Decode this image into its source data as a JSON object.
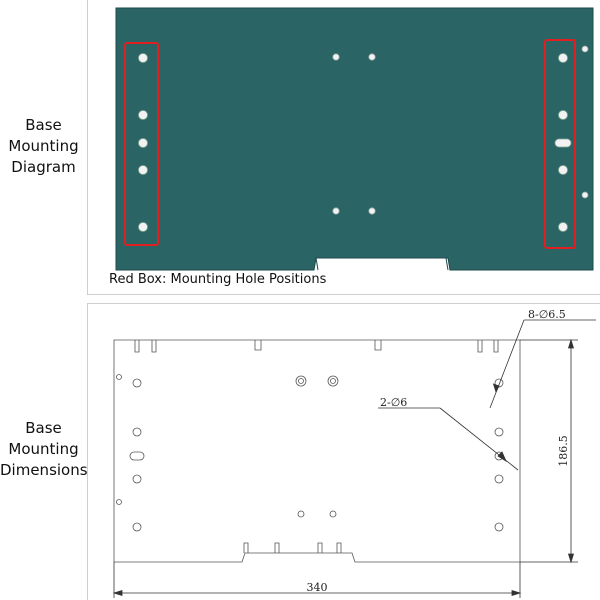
{
  "labels": {
    "row1": [
      "Base",
      "Mounting",
      "Diagram"
    ],
    "row2": [
      "Base",
      "Mounting",
      "Dimensions"
    ]
  },
  "caption": "Red Box: Mounting Hole Positions",
  "dimensions": {
    "width": "340",
    "height": "186.5",
    "callout_large": "8-∅6.5",
    "callout_small": "2-∅6"
  },
  "colors": {
    "plate": "#2b6464",
    "highlight": "#e02020",
    "hole": "#f2f2f2",
    "line": "#444444"
  }
}
